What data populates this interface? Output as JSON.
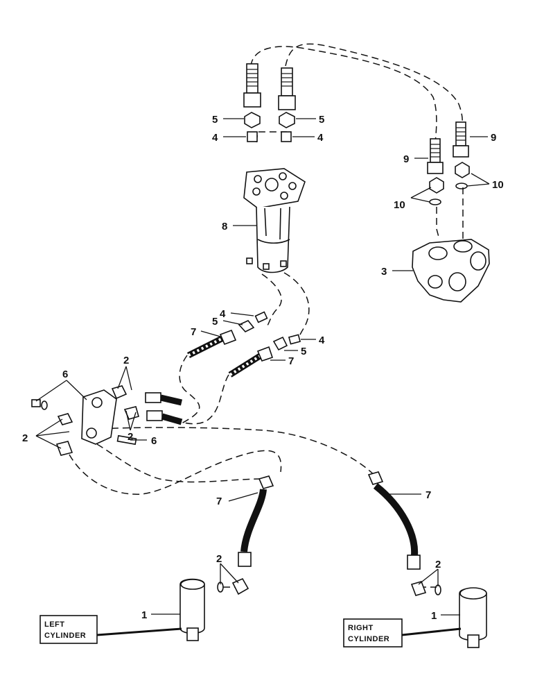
{
  "callouts": {
    "c1_left": "1",
    "c1_right": "1",
    "c2_top": "2",
    "c2_mid": "2",
    "c2_left": "2",
    "c2_bot_left": "2",
    "c2_bot_right": "2",
    "c3": "3",
    "c4_top_left": "4",
    "c4_top_right": "4",
    "c4_mid_a": "4",
    "c4_mid_b": "4",
    "c5_top_left": "5",
    "c5_top_right": "5",
    "c5_mid_a": "5",
    "c5_mid_b": "5",
    "c6_top": "6",
    "c6_bot": "6",
    "c7_upper": "7",
    "c7_mid": "7",
    "c7_bot_left": "7",
    "c7_bot_right": "7",
    "c8": "8",
    "c9_left": "9",
    "c9_right": "9",
    "c10_left": "10",
    "c10_right": "10"
  },
  "labels": {
    "left_cylinder_line1": "LEFT",
    "left_cylinder_line2": "CYLINDER",
    "right_cylinder_line1": "RIGHT",
    "right_cylinder_line2": "CYLINDER"
  }
}
